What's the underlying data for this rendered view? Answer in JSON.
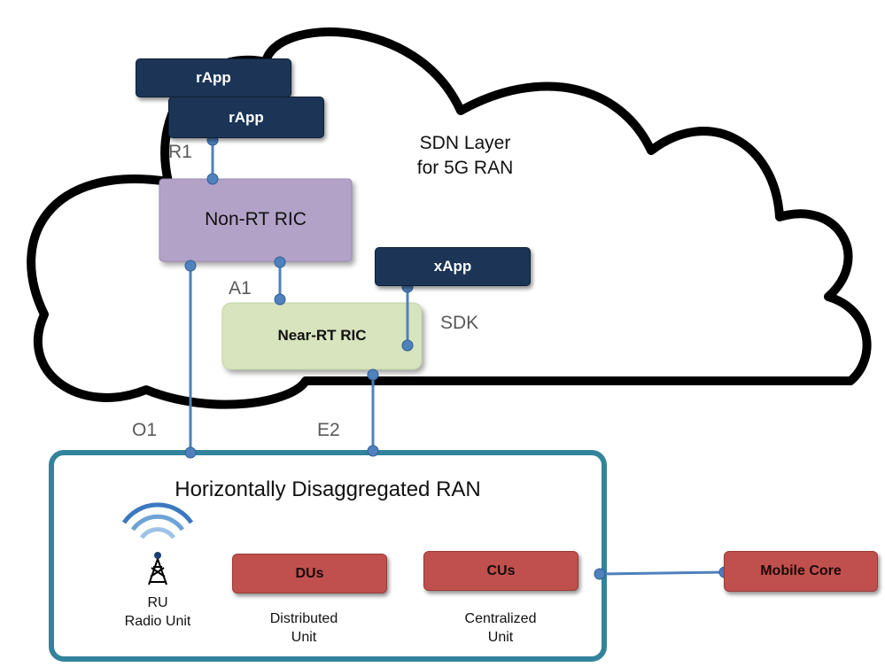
{
  "cloud": {
    "title_line1": "SDN Layer",
    "title_line2": "for 5G RAN"
  },
  "apps": {
    "rapp_back": "rApp",
    "rapp_front": "rApp",
    "xapp": "xApp"
  },
  "controllers": {
    "non_rt_ric": "Non-RT RIC",
    "near_rt_ric": "Near-RT RIC"
  },
  "interfaces": {
    "r1": "R1",
    "a1": "A1",
    "sdk": "SDK",
    "o1": "O1",
    "e2": "E2"
  },
  "ran": {
    "title": "Horizontally Disaggregated RAN",
    "ru_label_line1": "RU",
    "ru_label_line2": "Radio Unit",
    "du_box": "DUs",
    "du_label_line1": "Distributed",
    "du_label_line2": "Unit",
    "cu_box": "CUs",
    "cu_label_line1": "Centralized",
    "cu_label_line2": "Unit"
  },
  "core": {
    "mobile_core": "Mobile Core"
  },
  "colors": {
    "navy": "#1c3557",
    "purple": "#b3a2c7",
    "green": "#d7e4bd",
    "red": "#c0504d",
    "teal": "#31849b",
    "connector": "#4f81bd"
  }
}
